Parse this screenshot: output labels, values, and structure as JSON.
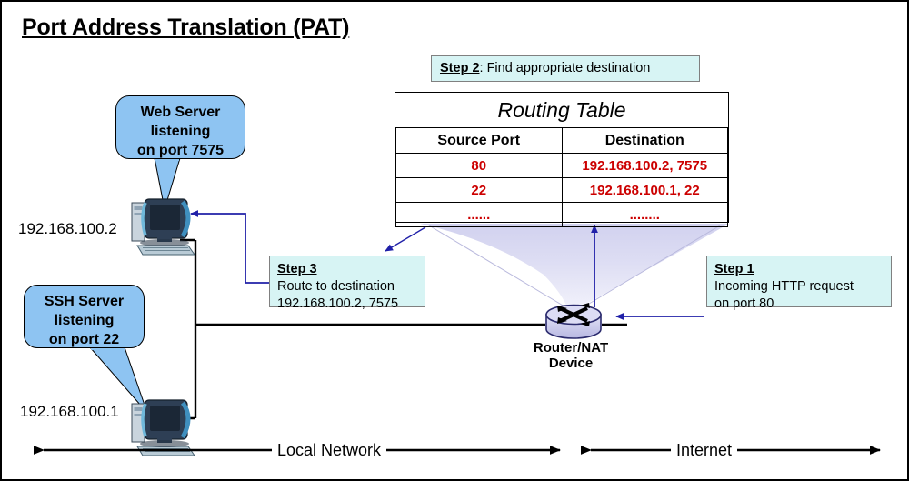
{
  "page": {
    "title": "Port Address Translation (PAT)",
    "background": "#ffffff",
    "border_color": "#000000"
  },
  "colors": {
    "bubble_fill": "#8ec4f2",
    "step_box_fill": "#d7f4f4",
    "step_box_border": "#808080",
    "table_value_text": "#cc0000",
    "arrow_blue": "#2020a8",
    "router_fill": "#ccccee",
    "cone_fill": "#d8d8f0"
  },
  "steps": {
    "step1": {
      "title": "Step 1",
      "lines": [
        "Incoming HTTP request",
        "on port 80"
      ]
    },
    "step2": {
      "title": "Step 2",
      "text": ": Find appropriate destination"
    },
    "step3": {
      "title": "Step 3",
      "lines": [
        "Route to destination",
        "192.168.100.2, 7575"
      ]
    }
  },
  "routing_table": {
    "title": "Routing Table",
    "columns": [
      "Source Port",
      "Destination"
    ],
    "rows": [
      [
        "80",
        "192.168.100.2, 7575"
      ],
      [
        "22",
        "192.168.100.1, 22"
      ],
      [
        "......",
        "........"
      ]
    ]
  },
  "hosts": [
    {
      "id": "web-server",
      "ip": "192.168.100.2",
      "bubble_lines": [
        "Web Server",
        "listening",
        "on port 7575"
      ],
      "icon": "desktop-computer-icon"
    },
    {
      "id": "ssh-server",
      "ip": "192.168.100.1",
      "bubble_lines": [
        "SSH Server",
        "listening",
        "on port 22"
      ],
      "icon": "desktop-computer-icon"
    }
  ],
  "router": {
    "label_lines": [
      "Router/NAT",
      "Device"
    ],
    "icon": "router-icon"
  },
  "zones": {
    "local": "Local Network",
    "internet": "Internet"
  }
}
